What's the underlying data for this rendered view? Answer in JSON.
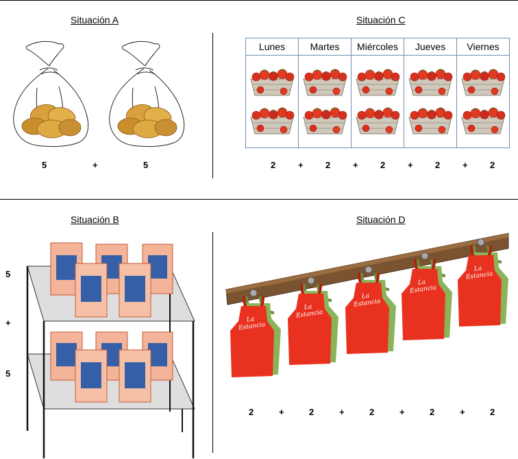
{
  "situations": {
    "a": {
      "title": "Situación A",
      "terms": [
        "5",
        "5"
      ],
      "ops": [
        "+"
      ],
      "picture": "two bags of potatoes"
    },
    "b": {
      "title": "Situación B",
      "terms": [
        "5",
        "5"
      ],
      "ops": [
        "+"
      ],
      "picture": "shelf with two levels of five flour packages"
    },
    "c": {
      "title": "Situación C",
      "days": [
        "Lunes",
        "Martes",
        "Miércoles",
        "Jueves",
        "Viernes"
      ],
      "terms": [
        "2",
        "2",
        "2",
        "2",
        "2"
      ],
      "ops": [
        "+",
        "+",
        "+",
        "+"
      ],
      "picture": "two crates of tomatoes per day"
    },
    "d": {
      "title": "Situación D",
      "terms": [
        "2",
        "2",
        "2",
        "2",
        "2"
      ],
      "ops": [
        "+",
        "+",
        "+",
        "+"
      ],
      "picture": "five pairs of aprons hanging on a wooden rail",
      "apron_logo": "La Estancia"
    }
  },
  "colors": {
    "apron_red": "#e8321f",
    "apron_green": "#8bb35a",
    "rail_brown": "#7a5430",
    "table_border": "#6f8fb2"
  }
}
